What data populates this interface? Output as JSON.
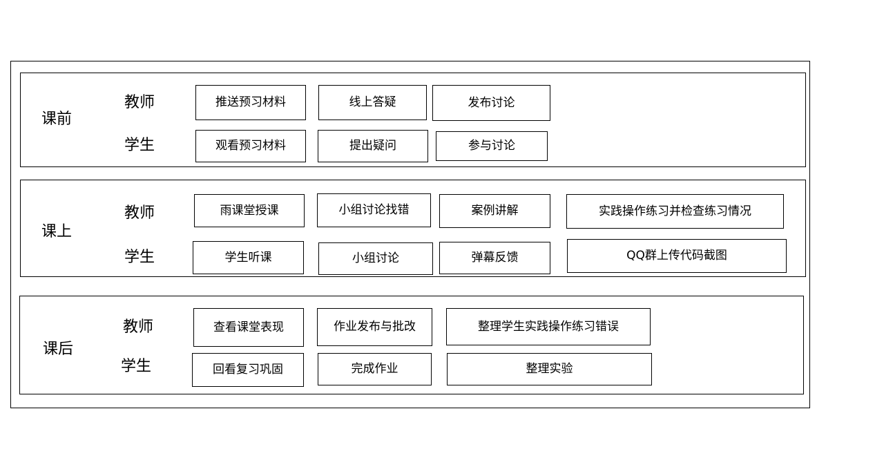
{
  "sections": [
    {
      "phase": "课前",
      "rows": [
        {
          "role": "教师",
          "items": [
            "推送预习材料",
            "线上答疑",
            "发布讨论"
          ]
        },
        {
          "role": "学生",
          "items": [
            "观看预习材料",
            "提出疑问",
            "参与讨论"
          ]
        }
      ]
    },
    {
      "phase": "课上",
      "rows": [
        {
          "role": "教师",
          "items": [
            "雨课堂授课",
            "小组讨论找错",
            "案例讲解",
            "实践操作练习并检查练习情况"
          ]
        },
        {
          "role": "学生",
          "items": [
            "学生听课",
            "小组讨论",
            "弹幕反馈",
            "QQ群上传代码截图"
          ]
        }
      ]
    },
    {
      "phase": "课后",
      "rows": [
        {
          "role": "教师",
          "items": [
            "查看课堂表现",
            "作业发布与批改",
            "整理学生实践操作练习错误"
          ]
        },
        {
          "role": "学生",
          "items": [
            "回看复习巩固",
            "完成作业",
            "整理实验"
          ]
        }
      ]
    }
  ]
}
